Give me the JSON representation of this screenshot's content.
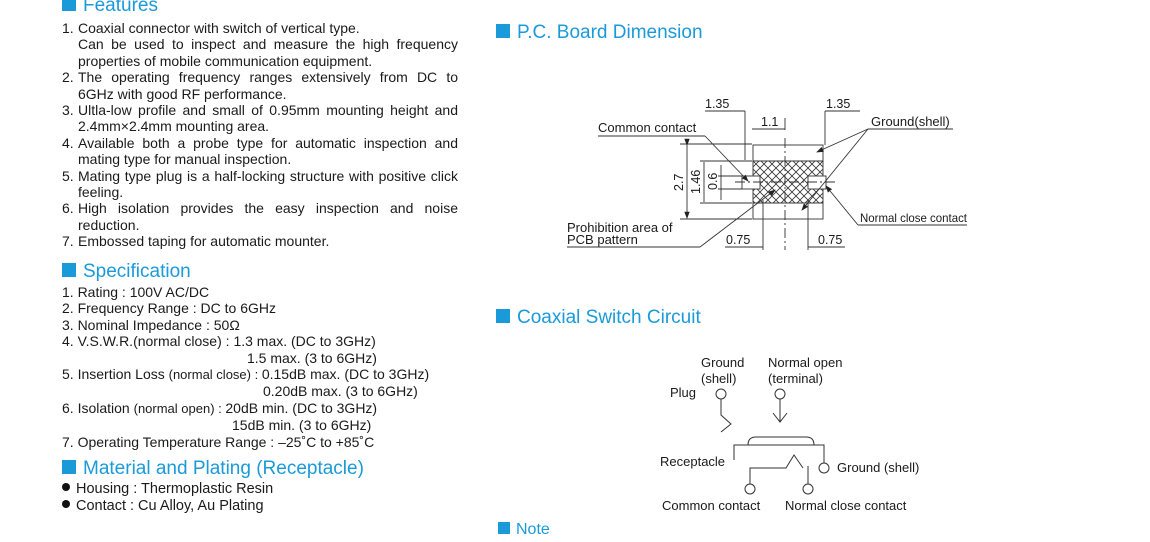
{
  "features": {
    "title": "Features",
    "items": [
      {
        "num": "1.",
        "lines": [
          "Coaxial connector with switch of vertical type.",
          "Can be used to inspect and measure the high frequency",
          "properties of mobile communication equipment."
        ]
      },
      {
        "num": "2.",
        "lines": [
          "The operating frequency ranges extensively from DC to",
          "6GHz with good RF performance."
        ]
      },
      {
        "num": "3.",
        "lines": [
          "Ultla-low profile and small of 0.95mm mounting height and",
          "2.4mm×2.4mm mounting area."
        ]
      },
      {
        "num": "4.",
        "lines": [
          "Available both a probe type for automatic inspection and",
          "mating type for manual inspection."
        ]
      },
      {
        "num": "5.",
        "lines": [
          "Mating type plug is a half-locking structure with positive click",
          "feeling."
        ]
      },
      {
        "num": "6.",
        "lines": [
          "High isolation provides the easy inspection and noise",
          "reduction."
        ]
      },
      {
        "num": "7.",
        "lines": [
          "Embossed taping for automatic mounter."
        ]
      }
    ]
  },
  "specification": {
    "title": "Specification",
    "rating": "1. Rating : 100V AC/DC",
    "frequency": "2. Frequency Range : DC to 6GHz",
    "impedance": "3. Nominal Impedance : 50Ω",
    "vswr_label": "4. V.S.W.R.(normal close) : ",
    "vswr_1": "1.3 max. (DC to 3GHz)",
    "vswr_2": "1.5 max. (3 to 6GHz)",
    "il_label_a": "5. Insertion Loss ",
    "il_label_b": "(normal close) : ",
    "il_1": "0.15dB max. (DC to 3GHz)",
    "il_2": "0.20dB max. (3 to 6GHz)",
    "iso_label_a": "6. Isolation ",
    "iso_label_b": "(normal open) : ",
    "iso_1": "20dB min. (DC to 3GHz)",
    "iso_2": "15dB min. (3 to 6GHz)",
    "temp": "7. Operating Temperature Range : –25˚C to +85˚C"
  },
  "material": {
    "title": "Material and Plating (Receptacle)",
    "items": [
      "Housing : Thermoplastic Resin",
      "Contact : Cu Alloy, Au Plating"
    ]
  },
  "pcb": {
    "title": "P.C. Board Dimension",
    "dim_135_left": "1.35",
    "dim_135_right": "1.35",
    "dim_11": "1.1",
    "dim_27": "2.7",
    "dim_146": "1.46",
    "dim_06": "0.6",
    "dim_075_left": "0.75",
    "dim_075_right": "0.75",
    "label_common": "Common contact",
    "label_ground": "Ground(shell)",
    "label_normal_close": "Normal close contact",
    "label_prohibition_1": "Prohibition area of",
    "label_prohibition_2": "PCB pattern"
  },
  "circuit": {
    "title": "Coaxial Switch Circuit",
    "ground_1": "Ground",
    "ground_2": "(shell)",
    "normal_open_1": "Normal open",
    "normal_open_2": "(terminal)",
    "plug": "Plug",
    "receptacle": "Receptacle",
    "ground_shell": "Ground (shell)",
    "common": "Common contact",
    "normal_close": "Normal close contact"
  },
  "note": {
    "title": "Note"
  },
  "colors": {
    "accent": "#1a9ad9",
    "text": "#1a1a1a"
  }
}
